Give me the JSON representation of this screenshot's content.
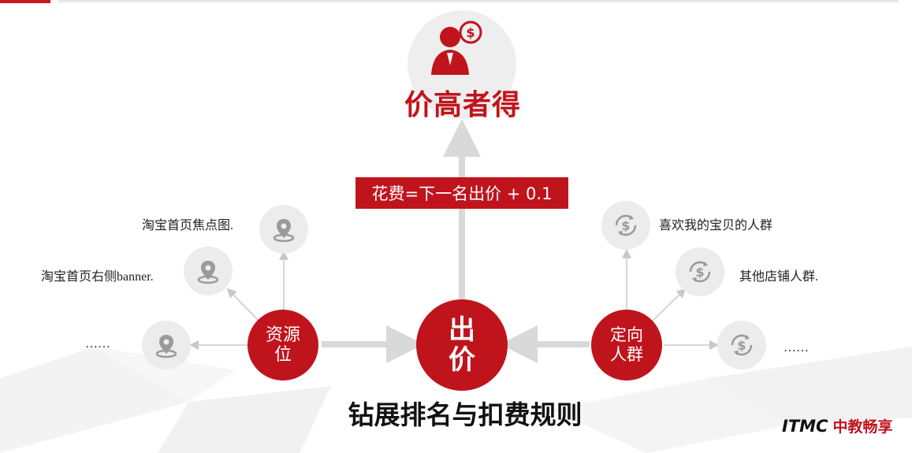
{
  "top": {
    "title": "价高者得"
  },
  "formula": "花费=下一名出价 + 0.1",
  "center": {
    "line1": "出",
    "line2": "价"
  },
  "left_node": {
    "line1": "资源",
    "line2": "位",
    "items": [
      "淘宝首页焦点图.",
      "淘宝首页右侧banner.",
      "……"
    ]
  },
  "right_node": {
    "line1": "定向",
    "line2": "人群",
    "items": [
      "喜欢我的宝贝的人群",
      "其他店铺人群.",
      "……"
    ]
  },
  "bottom_title": "钻展排名与扣费规则",
  "logo": {
    "latin": "ITMC",
    "cn": "中教畅享"
  },
  "colors": {
    "accent": "#c0141c",
    "icon_gray": "#9a9a9a",
    "circle_gray": "#ececec"
  }
}
